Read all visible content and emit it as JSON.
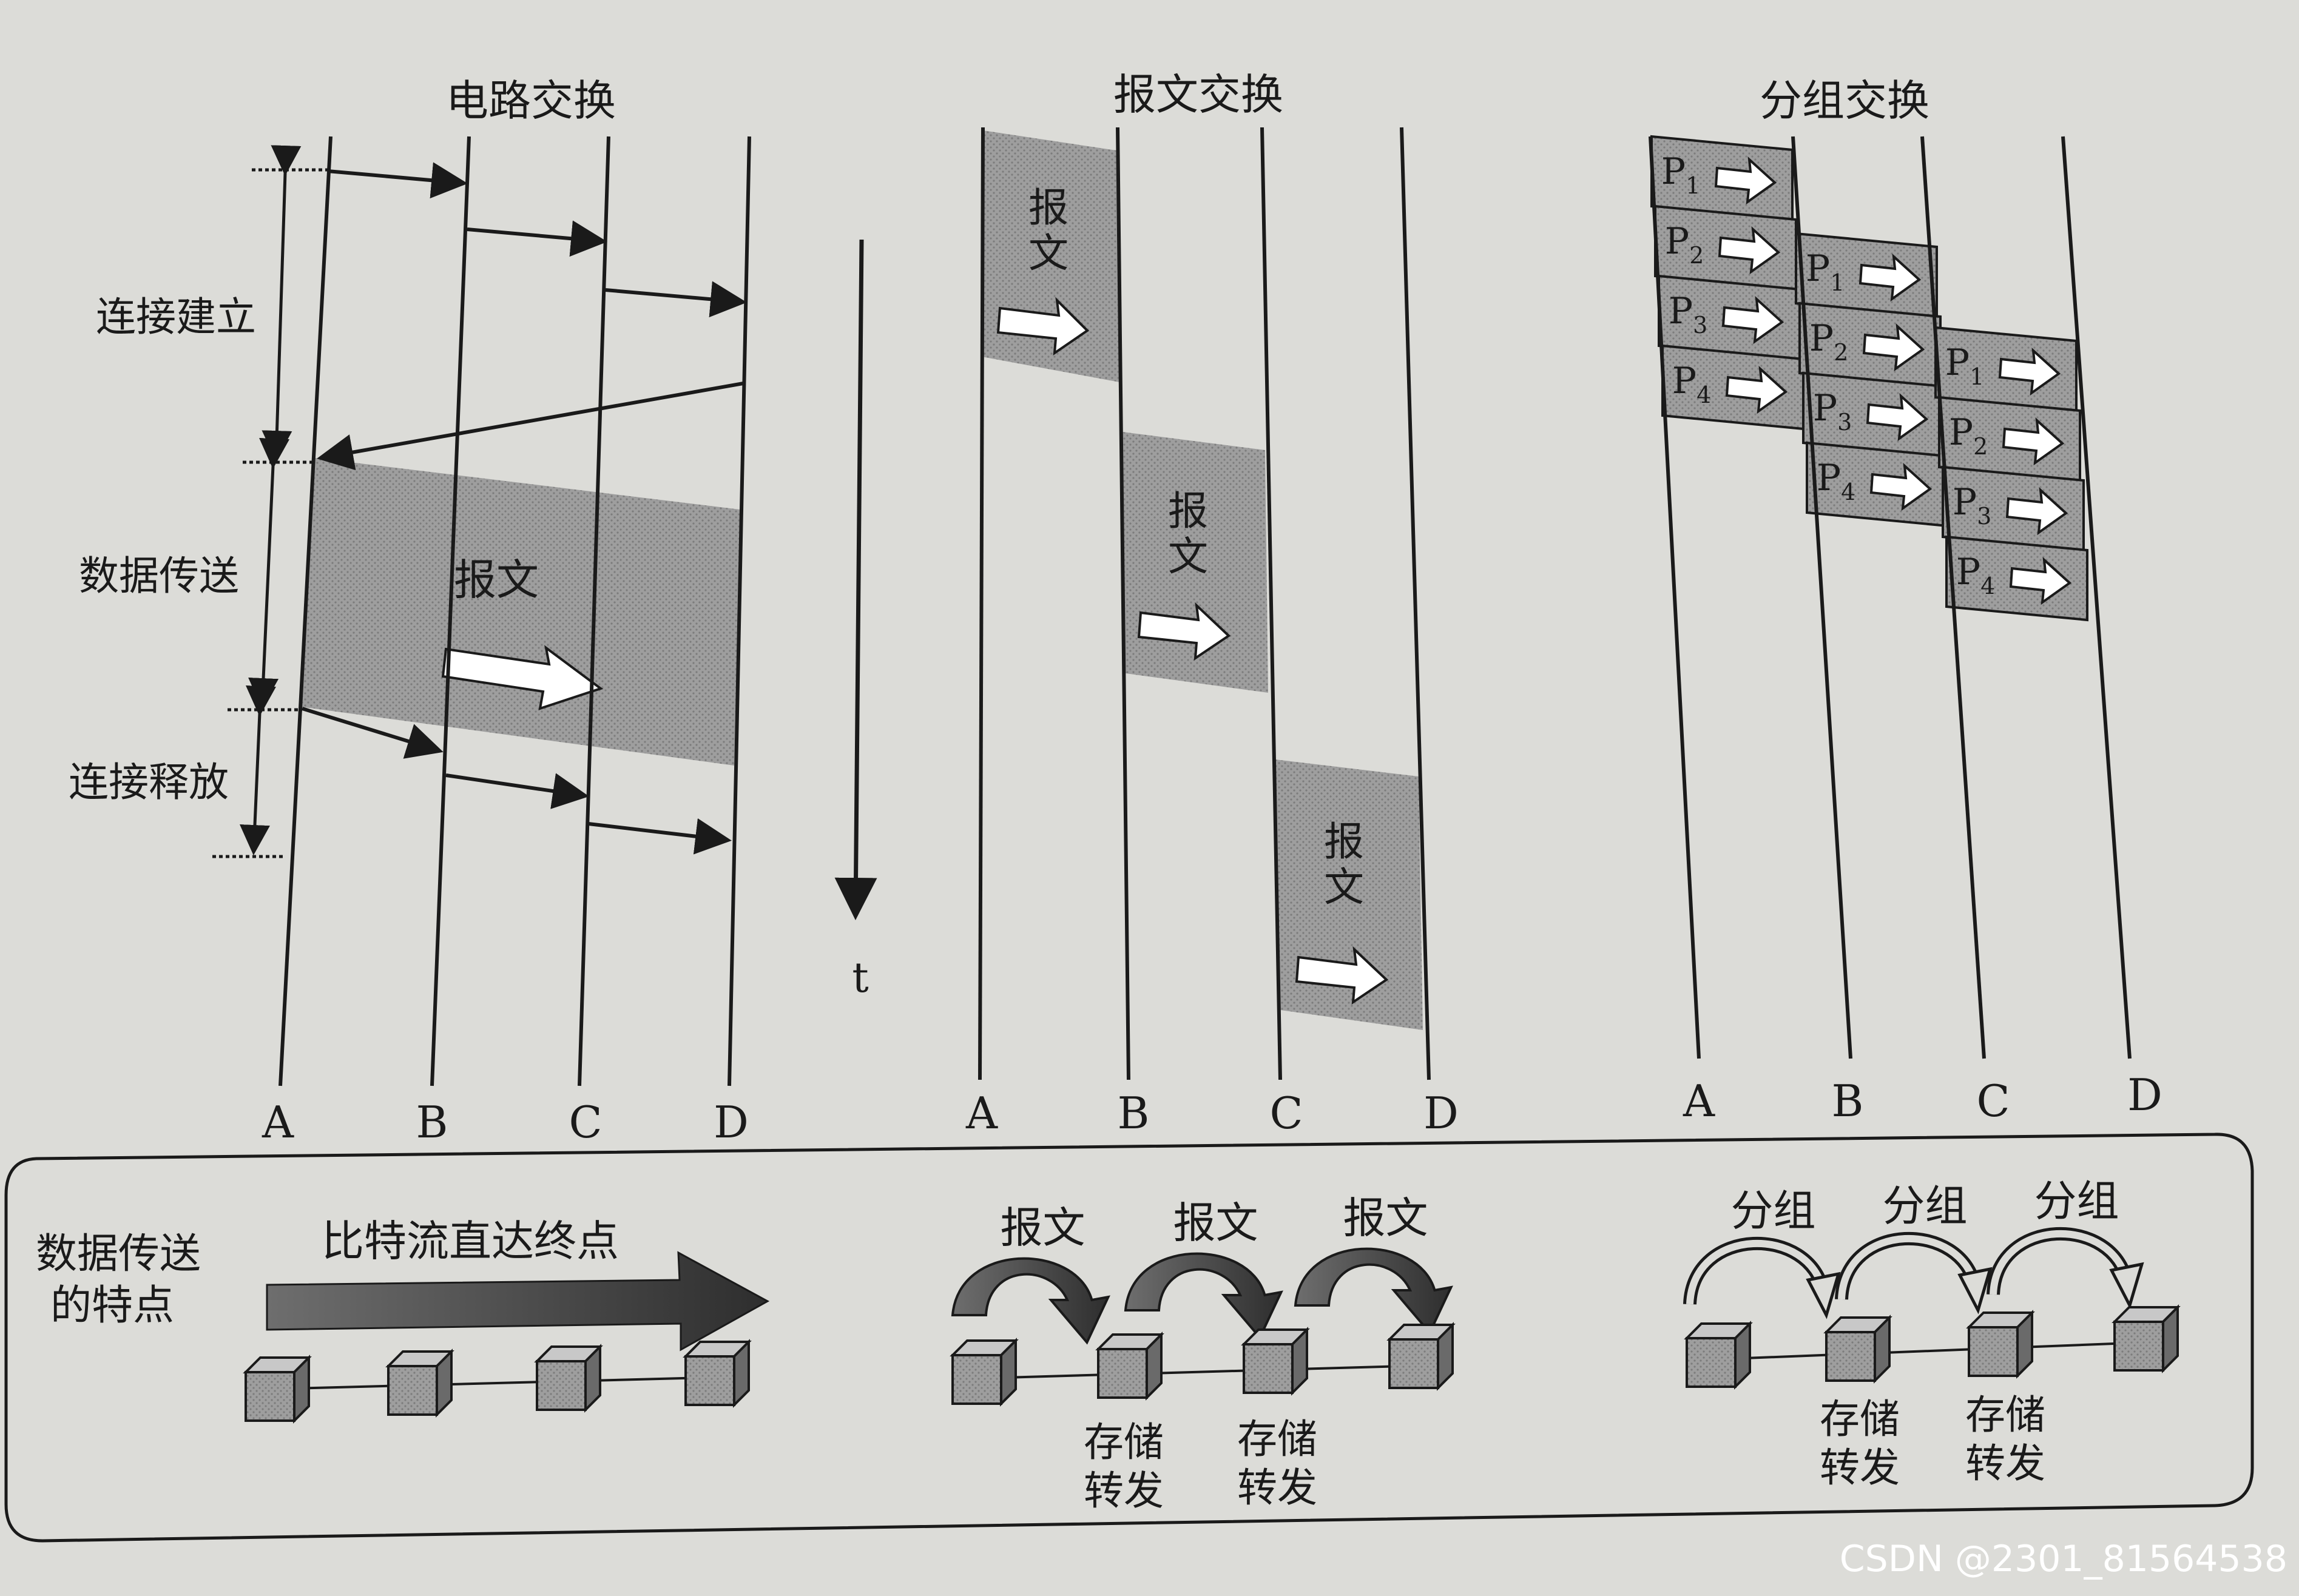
{
  "panels": {
    "circuit": {
      "title": "电路交换",
      "phases": [
        "连接建立",
        "数据传送",
        "连接释放"
      ],
      "message_label": "报文",
      "nodes": [
        "A",
        "B",
        "C",
        "D"
      ]
    },
    "time_axis": {
      "label": "t"
    },
    "message": {
      "title": "报文交换",
      "message_label": "报文",
      "nodes": [
        "A",
        "B",
        "C",
        "D"
      ]
    },
    "packet": {
      "title": "分组交换",
      "packets": [
        "P1",
        "P2",
        "P3",
        "P4"
      ],
      "nodes": [
        "A",
        "B",
        "C",
        "D"
      ]
    }
  },
  "legend": {
    "heading": "数据传送\n的特点",
    "circuit_caption": "比特流直达终点",
    "message_hop_label": "报文",
    "packet_hop_label": "分组",
    "store_forward": "存储\n转发"
  },
  "colors": {
    "line": "#1a1a1a",
    "shade": "#9a9a9a",
    "background": "#dcdcd8"
  },
  "watermark": "CSDN @2301_81564538"
}
